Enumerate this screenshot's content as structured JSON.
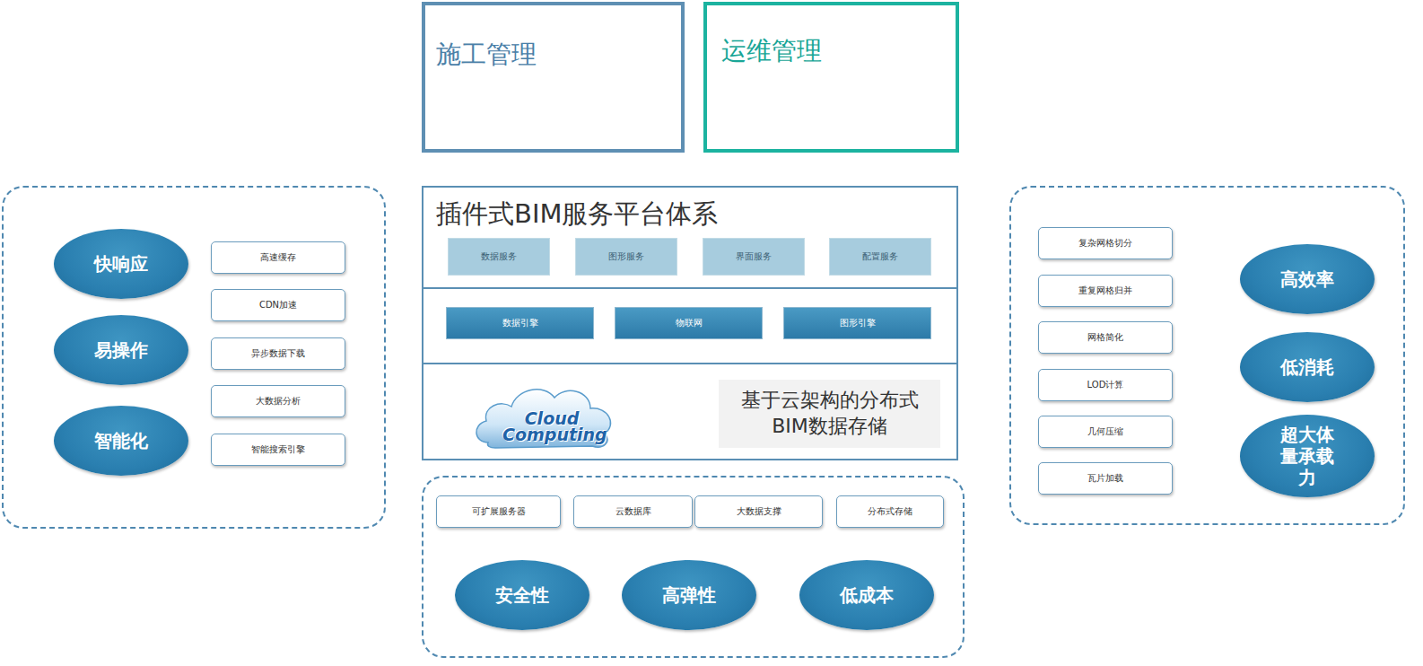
{
  "diagram": {
    "nodes": [
      {
        "text": [
          "施工管理"
        ]
      },
      {
        "text": [
          "运维管理"
        ]
      },
      {
        "text": []
      },
      {
        "text": [
          "快响应"
        ],
        "in": 2
      },
      {
        "text": [
          "易操作"
        ],
        "in": 2
      },
      {
        "text": [
          "智能化"
        ],
        "in": 2
      },
      {
        "text": [
          "高速缓存"
        ],
        "in": 2
      },
      {
        "text": [
          "CDN加速"
        ],
        "in": 2
      },
      {
        "text": [
          "异步数据下载"
        ],
        "in": 2
      },
      {
        "text": [
          "大数据分析"
        ],
        "in": 2
      },
      {
        "text": [
          "智能搜索引擎"
        ],
        "in": 2
      },
      {
        "text": [
          "插件式BIM服务平台体系"
        ]
      },
      {
        "text": [
          "数据服务"
        ],
        "in": 11
      },
      {
        "text": [
          "图形服务"
        ],
        "in": 11
      },
      {
        "text": [
          "界面服务"
        ],
        "in": 11
      },
      {
        "text": [
          "配置服务"
        ],
        "in": 11
      },
      {
        "text": [
          "数据引擎"
        ],
        "in": 11
      },
      {
        "text": [
          "物联网"
        ],
        "in": 11
      },
      {
        "text": [
          "图形引擎"
        ],
        "in": 11
      },
      {
        "text": [
          "基于云架构的分布式BIM数据存储"
        ],
        "in": 11
      },
      {
        "text": []
      },
      {
        "text": [
          "复杂网格切分"
        ],
        "in": 20
      },
      {
        "text": [
          "重复网格归并"
        ],
        "in": 20
      },
      {
        "text": [
          "网格简化"
        ],
        "in": 20
      },
      {
        "text": [
          "LOD计算"
        ],
        "in": 20
      },
      {
        "text": [
          "几何压缩"
        ],
        "in": 20
      },
      {
        "text": [
          "瓦片加载"
        ],
        "in": 20
      },
      {
        "text": [
          "高效率"
        ],
        "in": 20
      },
      {
        "text": [
          "低消耗"
        ],
        "in": 20
      },
      {
        "text": [
          "超大体量承载力"
        ],
        "in": 20
      },
      {
        "text": []
      },
      {
        "text": [
          "可扩展服务器"
        ],
        "in": 30
      },
      {
        "text": [
          "云数据库"
        ],
        "in": 30
      },
      {
        "text": [
          "大数据支撑"
        ],
        "in": 30
      },
      {
        "text": [
          "分布式存储"
        ],
        "in": 30
      },
      {
        "text": [
          "安全性"
        ],
        "in": 30
      },
      {
        "text": [
          "高弹性"
        ],
        "in": 30
      },
      {
        "text": [
          "低成本"
        ],
        "in": 30
      }
    ],
    "labels": [
      "Cloud Computing"
    ]
  }
}
